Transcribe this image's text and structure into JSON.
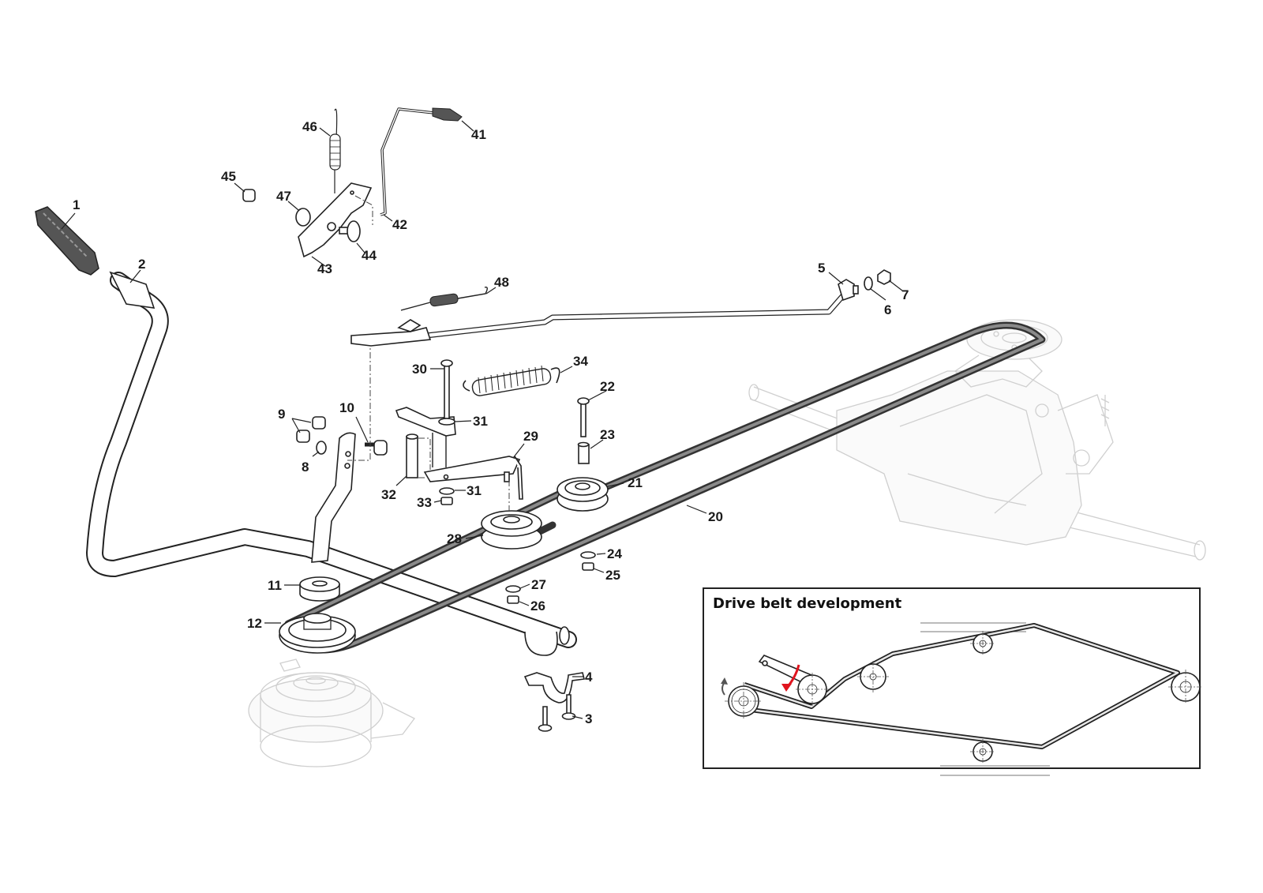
{
  "diagram": {
    "type": "exploded-parts-diagram",
    "subject": "Drive belt and clutch/brake pedal assembly",
    "callouts": [
      {
        "id": "1",
        "text": "1"
      },
      {
        "id": "2",
        "text": "2"
      },
      {
        "id": "3",
        "text": "3"
      },
      {
        "id": "4",
        "text": "4"
      },
      {
        "id": "5",
        "text": "5"
      },
      {
        "id": "6",
        "text": "6"
      },
      {
        "id": "7",
        "text": "7"
      },
      {
        "id": "8",
        "text": "8"
      },
      {
        "id": "9",
        "text": "9"
      },
      {
        "id": "10",
        "text": "10"
      },
      {
        "id": "11",
        "text": "11"
      },
      {
        "id": "12",
        "text": "12"
      },
      {
        "id": "20",
        "text": "20"
      },
      {
        "id": "21",
        "text": "21"
      },
      {
        "id": "22",
        "text": "22"
      },
      {
        "id": "23",
        "text": "23"
      },
      {
        "id": "24",
        "text": "24"
      },
      {
        "id": "25",
        "text": "25"
      },
      {
        "id": "26",
        "text": "26"
      },
      {
        "id": "27",
        "text": "27"
      },
      {
        "id": "28",
        "text": "28"
      },
      {
        "id": "29",
        "text": "29"
      },
      {
        "id": "30",
        "text": "30"
      },
      {
        "id": "31a",
        "text": "31"
      },
      {
        "id": "31b",
        "text": "31"
      },
      {
        "id": "32",
        "text": "32"
      },
      {
        "id": "33",
        "text": "33"
      },
      {
        "id": "34",
        "text": "34"
      },
      {
        "id": "41",
        "text": "41"
      },
      {
        "id": "42",
        "text": "42"
      },
      {
        "id": "43",
        "text": "43"
      },
      {
        "id": "44",
        "text": "44"
      },
      {
        "id": "45",
        "text": "45"
      },
      {
        "id": "46",
        "text": "46"
      },
      {
        "id": "47",
        "text": "47"
      },
      {
        "id": "48",
        "text": "48"
      }
    ]
  },
  "inset": {
    "title": "Drive belt development",
    "rotation_arrow_color": "#e0141e"
  },
  "colors": {
    "belt": "#333333",
    "ghost_parts": "#cfcfcf",
    "accent_arrow": "#e0141e"
  }
}
